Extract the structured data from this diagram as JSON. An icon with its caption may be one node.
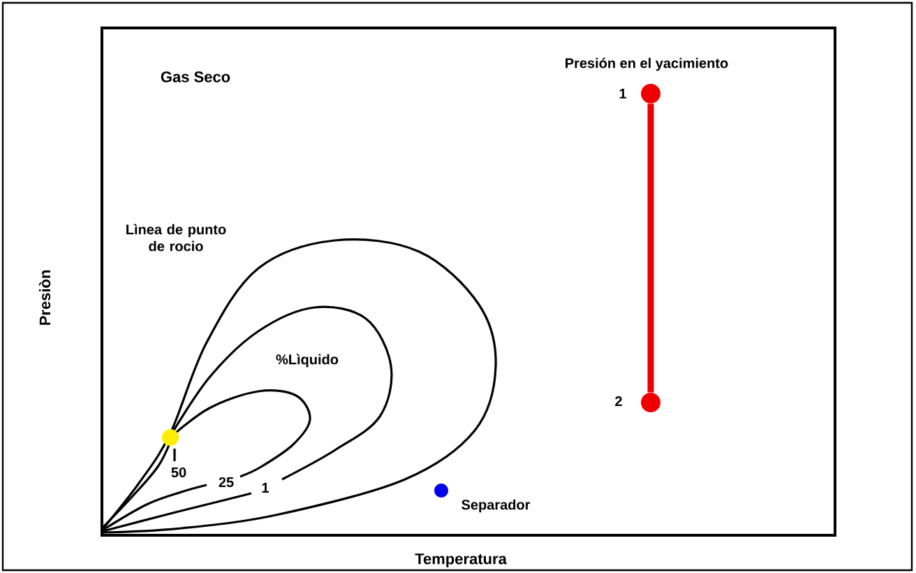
{
  "diagram": {
    "nodes": [
      {
        "text": [],
        "shape": "circle",
        "beside": [
          "1"
        ]
      },
      {
        "text": [],
        "shape": "circle",
        "beside": [
          "2"
        ]
      },
      {
        "text": [],
        "shape": "circle"
      },
      {
        "text": [],
        "shape": "circle",
        "beside": [
          "Separador"
        ]
      }
    ],
    "edges": [
      {
        "from": 0,
        "to": 1,
        "arrow": "none",
        "color": "#ee0000"
      }
    ],
    "labels": [
      "Gas Seco",
      "Presión en el yacimiento",
      "Lìnea de punto de rocio",
      "%Lìquido",
      "50",
      "25",
      "1",
      "Presiòn",
      "Temperatura"
    ]
  }
}
